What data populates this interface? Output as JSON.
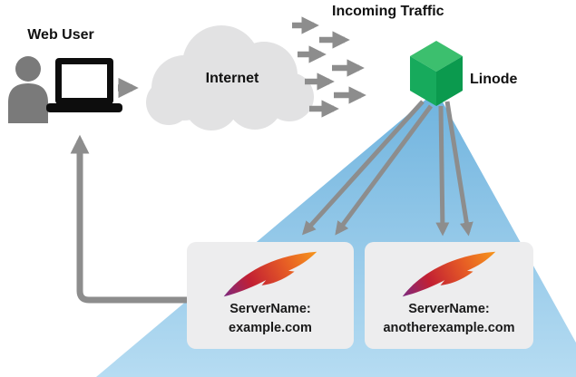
{
  "labels": {
    "web_user": "Web User",
    "incoming_traffic": "Incoming Traffic",
    "internet": "Internet",
    "linode": "Linode"
  },
  "servers": [
    {
      "name_label": "ServerName:",
      "domain": "example.com"
    },
    {
      "name_label": "ServerName:",
      "domain": "anotherexample.com"
    }
  ],
  "icons": {
    "user": "person-with-laptop-icon",
    "internet": "cloud-shape",
    "linode": "green-cube-icon",
    "server": "apache-feather-icon",
    "flow": "gray-arrow"
  },
  "colors": {
    "arrow": "#8d8d8d",
    "cloud": "#e2e2e3",
    "person": "#7a7a7a",
    "laptop": "#0d0d0d",
    "cube_top": "#3cbf6e",
    "cube_left": "#17aa5c",
    "cube_right": "#0b9a4e",
    "triangle_top": "#6fb3de",
    "triangle_bottom": "#b6dcf2",
    "server_box": "#ededee",
    "text": "#1a1a1a",
    "feather_stops": [
      "#6d2c91",
      "#c22033",
      "#e65c25",
      "#f9a11b"
    ]
  }
}
